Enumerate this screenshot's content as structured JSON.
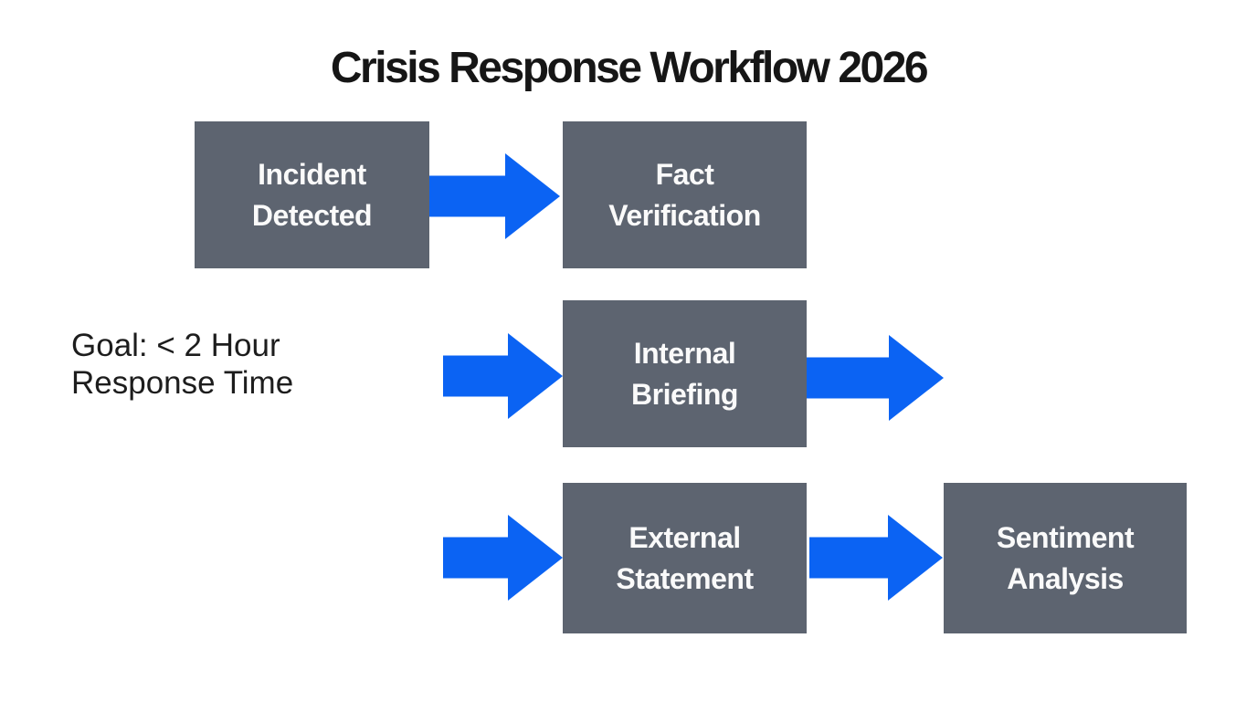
{
  "title": "Crisis Response Workflow 2026",
  "annotation": {
    "line1": "Goal: < 2 Hour",
    "line2": "Response Time"
  },
  "nodes": [
    {
      "id": "incident-detected",
      "line1": "Incident",
      "line2": "Detected"
    },
    {
      "id": "fact-verification",
      "line1": "Fact",
      "line2": "Verification"
    },
    {
      "id": "internal-briefing",
      "line1": "Internal",
      "line2": "Briefing"
    },
    {
      "id": "external-statement",
      "line1": "External",
      "line2": "Statement"
    },
    {
      "id": "sentiment-analysis",
      "line1": "Sentiment",
      "line2": "Analysis"
    }
  ],
  "arrows": [
    {
      "name": "incident-detected-to-fact-verification"
    },
    {
      "name": "into-internal-briefing"
    },
    {
      "name": "out-of-internal-briefing"
    },
    {
      "name": "into-external-statement"
    },
    {
      "name": "external-statement-to-sentiment-analysis"
    }
  ],
  "colors": {
    "background": "#ffffff",
    "node-bg": "#5d6470",
    "node-text": "#fafafa",
    "arrow": "#0b63f3",
    "title-text": "#161616",
    "annotation-text": "#1d1d1d"
  }
}
